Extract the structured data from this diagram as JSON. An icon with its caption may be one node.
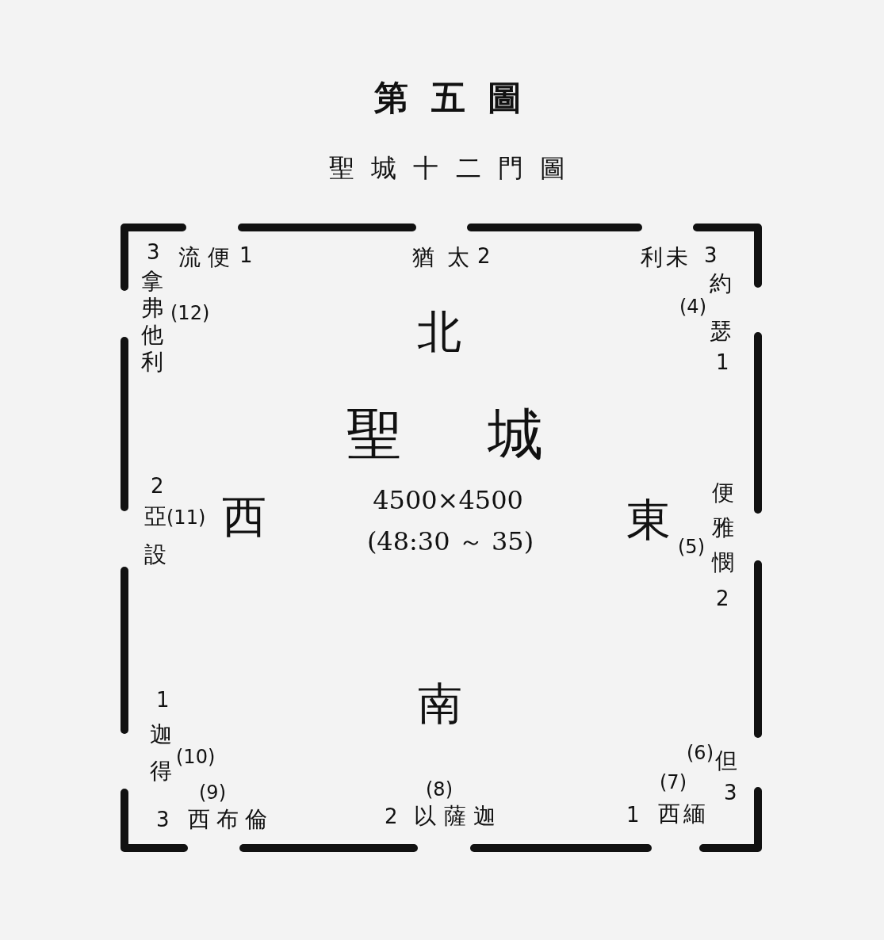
{
  "diagram": {
    "title": "第五圖",
    "nodes": [
      {
        "text": [
          "聖城"
        ]
      }
    ],
    "labels": [
      "聖城十二門圖",
      "3",
      "流便",
      "1",
      "猶太",
      "2",
      "利未",
      "3",
      "拿弗他利",
      "(12)",
      "約瑟",
      "(4)",
      "北",
      "1",
      "2",
      "亞設",
      "(11)",
      "西",
      "4500×4500",
      "(48:30 ～ 35)",
      "便雅憫",
      "東",
      "(5)",
      "2",
      "1",
      "南",
      "迦得",
      "(10)",
      "(6)",
      "但",
      "(9)",
      "(8)",
      "(7)",
      "3",
      "3",
      "西布倫",
      "2",
      "以薩迦",
      "1",
      "西緬"
    ]
  }
}
